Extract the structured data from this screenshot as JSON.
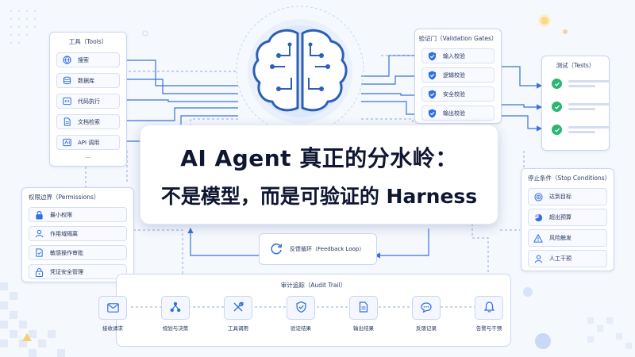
{
  "hero": {
    "line1": "AI Agent 真正的分水岭：",
    "line2": "不是模型，而是可验证的 Harness"
  },
  "tools": {
    "title": "工具（Tools）",
    "items": [
      {
        "label": "搜索",
        "icon": "globe-icon"
      },
      {
        "label": "数据库",
        "icon": "database-icon"
      },
      {
        "label": "代码执行",
        "icon": "code-icon"
      },
      {
        "label": "文档检索",
        "icon": "document-icon"
      },
      {
        "label": "API 调用",
        "icon": "api-icon"
      }
    ],
    "more": "..."
  },
  "validation": {
    "title": "验证门（Validation Gates）",
    "items": [
      {
        "label": "输入校验",
        "icon": "shield-check-icon"
      },
      {
        "label": "逻辑校验",
        "icon": "shield-check-icon"
      },
      {
        "label": "安全校验",
        "icon": "shield-check-icon"
      },
      {
        "label": "输出校验",
        "icon": "shield-check-icon"
      }
    ]
  },
  "tests": {
    "title": "测试（Tests）"
  },
  "permissions": {
    "title": "权限边界（Permissions）",
    "items": [
      {
        "label": "最小权限",
        "icon": "lock-icon"
      },
      {
        "label": "作用域隔离",
        "icon": "user-scope-icon"
      },
      {
        "label": "敏感操作审批",
        "icon": "approval-icon"
      },
      {
        "label": "凭证安全管理",
        "icon": "credential-icon"
      }
    ]
  },
  "stop": {
    "title": "停止条件（Stop Conditions）",
    "items": [
      {
        "label": "达到目标",
        "icon": "target-icon"
      },
      {
        "label": "超出预算",
        "icon": "budget-icon"
      },
      {
        "label": "风险触发",
        "icon": "warning-icon"
      },
      {
        "label": "人工干预",
        "icon": "person-icon"
      }
    ]
  },
  "feedback": {
    "label": "反馈循环（Feedback Loop）"
  },
  "audit": {
    "title": "审计追踪（Audit Trail）",
    "steps": [
      {
        "label": "接收请求",
        "icon": "mail-icon"
      },
      {
        "label": "规划与决策",
        "icon": "network-icon"
      },
      {
        "label": "工具调用",
        "icon": "tools-icon"
      },
      {
        "label": "验证结果",
        "icon": "shield-check-icon"
      },
      {
        "label": "输出结果",
        "icon": "file-icon"
      },
      {
        "label": "反馈记录",
        "icon": "chat-icon"
      },
      {
        "label": "告警与干预",
        "icon": "bell-icon"
      }
    ]
  },
  "colors": {
    "accent": "#2f6fe0",
    "border": "#c9d6ef",
    "check": "#2bb673",
    "title": "#0e1631"
  }
}
